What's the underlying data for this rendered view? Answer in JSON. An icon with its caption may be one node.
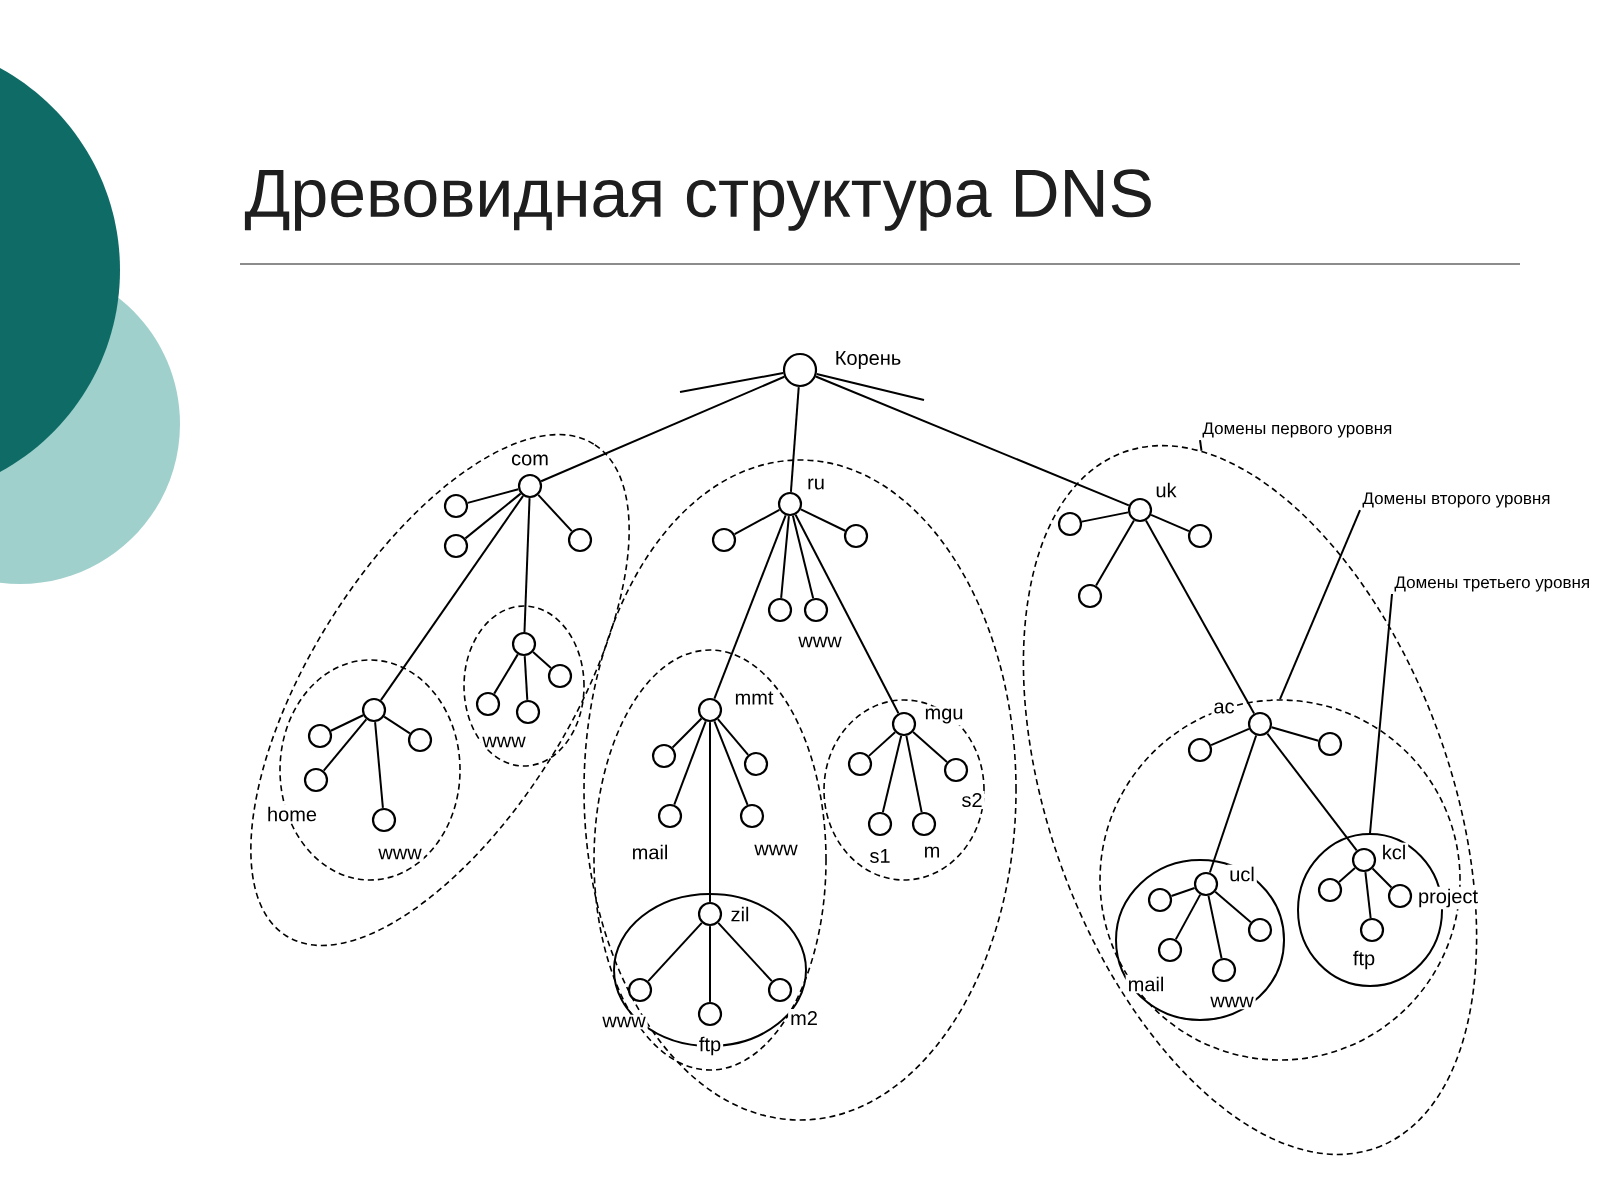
{
  "diagram": {
    "title": "Древовидная структура DNS",
    "nodes": [
      {
        "text": [],
        "shape": "circle",
        "beside": [
          "Корень"
        ]
      },
      {
        "text": [
          "Домены первого уровня"
        ]
      },
      {
        "text": [
          "Домены второго уровня"
        ]
      },
      {
        "text": [
          "Домены третьего уровня"
        ]
      },
      {
        "text": [],
        "shape": "ellipse"
      },
      {
        "text": [],
        "shape": "circle",
        "beside": [
          "com"
        ],
        "in": 4
      },
      {
        "text": [],
        "shape": "circle",
        "in": 4
      },
      {
        "text": [],
        "shape": "circle",
        "in": 4
      },
      {
        "text": [],
        "shape": "circle",
        "in": 4
      },
      {
        "text": [],
        "shape": "ellipse",
        "in": 4
      },
      {
        "text": [],
        "shape": "circle",
        "in": 9
      },
      {
        "text": [],
        "shape": "circle",
        "in": 9
      },
      {
        "text": [],
        "shape": "circle",
        "beside": [
          "home"
        ],
        "in": 9
      },
      {
        "text": [],
        "shape": "circle",
        "beside": [
          "www"
        ],
        "in": 9
      },
      {
        "text": [],
        "shape": "circle",
        "in": 9
      },
      {
        "text": [],
        "shape": "ellipse",
        "in": 4
      },
      {
        "text": [],
        "shape": "circle",
        "in": 15
      },
      {
        "text": [],
        "shape": "circle",
        "beside": [
          "www"
        ],
        "in": 15
      },
      {
        "text": [],
        "shape": "circle",
        "in": 15
      },
      {
        "text": [],
        "shape": "circle",
        "in": 15
      },
      {
        "text": [],
        "shape": "ellipse"
      },
      {
        "text": [],
        "shape": "circle",
        "beside": [
          "ru"
        ],
        "in": 20
      },
      {
        "text": [],
        "shape": "circle",
        "in": 20
      },
      {
        "text": [],
        "shape": "circle",
        "in": 20
      },
      {
        "text": [],
        "shape": "circle",
        "beside": [
          "www"
        ],
        "in": 20
      },
      {
        "text": [],
        "shape": "circle",
        "in": 20
      },
      {
        "text": [],
        "shape": "ellipse",
        "in": 20
      },
      {
        "text": [],
        "shape": "circle",
        "beside": [
          "mmt"
        ],
        "in": 26
      },
      {
        "text": [],
        "shape": "circle",
        "in": 26
      },
      {
        "text": [],
        "shape": "circle",
        "beside": [
          "mail"
        ],
        "in": 26
      },
      {
        "text": [],
        "shape": "circle",
        "in": 26
      },
      {
        "text": [],
        "shape": "circle",
        "beside": [
          "www"
        ],
        "in": 26
      },
      {
        "text": [],
        "shape": "ellipse",
        "in": 26
      },
      {
        "text": [],
        "shape": "circle",
        "beside": [
          "zil"
        ],
        "in": 32
      },
      {
        "text": [],
        "shape": "circle",
        "beside": [
          "www"
        ],
        "in": 32
      },
      {
        "text": [],
        "shape": "circle",
        "beside": [
          "ftp"
        ],
        "in": 32
      },
      {
        "text": [],
        "shape": "circle",
        "beside": [
          "m2"
        ],
        "in": 32
      },
      {
        "text": [],
        "shape": "ellipse",
        "in": 20
      },
      {
        "text": [],
        "shape": "circle",
        "beside": [
          "mgu"
        ],
        "in": 37
      },
      {
        "text": [],
        "shape": "circle",
        "in": 37
      },
      {
        "text": [],
        "shape": "circle",
        "beside": [
          "s1"
        ],
        "in": 37
      },
      {
        "text": [],
        "shape": "circle",
        "beside": [
          "m"
        ],
        "in": 37
      },
      {
        "text": [],
        "shape": "circle",
        "beside": [
          "s2"
        ],
        "in": 37
      },
      {
        "text": [],
        "shape": "ellipse"
      },
      {
        "text": [],
        "shape": "circle",
        "beside": [
          "uk"
        ],
        "in": 43
      },
      {
        "text": [],
        "shape": "circle",
        "in": 43
      },
      {
        "text": [],
        "shape": "circle",
        "in": 43
      },
      {
        "text": [],
        "shape": "circle",
        "in": 43
      },
      {
        "text": [],
        "shape": "ellipse",
        "in": 43
      },
      {
        "text": [],
        "shape": "circle",
        "beside": [
          "ac"
        ],
        "in": 48
      },
      {
        "text": [],
        "shape": "circle",
        "in": 48
      },
      {
        "text": [],
        "shape": "circle",
        "in": 48
      },
      {
        "text": [],
        "shape": "ellipse",
        "in": 48
      },
      {
        "text": [],
        "shape": "circle",
        "beside": [
          "ucl"
        ],
        "in": 52
      },
      {
        "text": [],
        "shape": "circle",
        "in": 52
      },
      {
        "text": [],
        "shape": "circle",
        "beside": [
          "mail"
        ],
        "in": 52
      },
      {
        "text": [],
        "shape": "circle",
        "beside": [
          "www"
        ],
        "in": 52
      },
      {
        "text": [],
        "shape": "circle",
        "in": 52
      },
      {
        "text": [],
        "shape": "ellipse",
        "in": 48
      },
      {
        "text": [],
        "shape": "circle",
        "beside": [
          "kcl"
        ],
        "in": 58
      },
      {
        "text": [],
        "shape": "circle",
        "in": 58
      },
      {
        "text": [],
        "shape": "circle",
        "beside": [
          "project"
        ],
        "in": 58
      },
      {
        "text": [],
        "shape": "circle",
        "beside": [
          "ftp"
        ],
        "in": 58
      }
    ],
    "edges": [
      {
        "from": 0,
        "to": 5,
        "arrow": "none"
      },
      {
        "from": 0,
        "to": 21,
        "arrow": "none"
      },
      {
        "from": 0,
        "to": 44,
        "arrow": "none"
      },
      {
        "from": 0,
        "to": null,
        "arrow": "none"
      },
      {
        "from": 0,
        "to": null,
        "arrow": "none"
      },
      {
        "from": 5,
        "to": 6,
        "arrow": "none"
      },
      {
        "from": 5,
        "to": 7,
        "arrow": "none"
      },
      {
        "from": 5,
        "to": 8,
        "arrow": "none"
      },
      {
        "from": 5,
        "to": 10,
        "arrow": "none"
      },
      {
        "from": 5,
        "to": 16,
        "arrow": "none"
      },
      {
        "from": 10,
        "to": 11,
        "arrow": "none"
      },
      {
        "from": 10,
        "to": 12,
        "arrow": "none"
      },
      {
        "from": 10,
        "to": 13,
        "arrow": "none"
      },
      {
        "from": 10,
        "to": 14,
        "arrow": "none"
      },
      {
        "from": 16,
        "to": 17,
        "arrow": "none"
      },
      {
        "from": 16,
        "to": 18,
        "arrow": "none"
      },
      {
        "from": 16,
        "to": 19,
        "arrow": "none"
      },
      {
        "from": 21,
        "to": 22,
        "arrow": "none"
      },
      {
        "from": 21,
        "to": 23,
        "arrow": "none"
      },
      {
        "from": 21,
        "to": 24,
        "arrow": "none"
      },
      {
        "from": 21,
        "to": 25,
        "arrow": "none"
      },
      {
        "from": 21,
        "to": 27,
        "arrow": "none"
      },
      {
        "from": 21,
        "to": 38,
        "arrow": "none"
      },
      {
        "from": 27,
        "to": 28,
        "arrow": "none"
      },
      {
        "from": 27,
        "to": 29,
        "arrow": "none"
      },
      {
        "from": 27,
        "to": 30,
        "arrow": "none"
      },
      {
        "from": 27,
        "to": 31,
        "arrow": "none"
      },
      {
        "from": 27,
        "to": 33,
        "arrow": "none"
      },
      {
        "from": 33,
        "to": 34,
        "arrow": "none"
      },
      {
        "from": 33,
        "to": 35,
        "arrow": "none"
      },
      {
        "from": 33,
        "to": 36,
        "arrow": "none"
      },
      {
        "from": 38,
        "to": 39,
        "arrow": "none"
      },
      {
        "from": 38,
        "to": 40,
        "arrow": "none"
      },
      {
        "from": 38,
        "to": 41,
        "arrow": "none"
      },
      {
        "from": 38,
        "to": 42,
        "arrow": "none"
      },
      {
        "from": 44,
        "to": 45,
        "arrow": "none"
      },
      {
        "from": 44,
        "to": 46,
        "arrow": "none"
      },
      {
        "from": 44,
        "to": 47,
        "arrow": "none"
      },
      {
        "from": 44,
        "to": 49,
        "arrow": "none"
      },
      {
        "from": 49,
        "to": 50,
        "arrow": "none"
      },
      {
        "from": 49,
        "to": 51,
        "arrow": "none"
      },
      {
        "from": 49,
        "to": 53,
        "arrow": "none"
      },
      {
        "from": 49,
        "to": 59,
        "arrow": "none"
      },
      {
        "from": 53,
        "to": 54,
        "arrow": "none"
      },
      {
        "from": 53,
        "to": 55,
        "arrow": "none"
      },
      {
        "from": 53,
        "to": 56,
        "arrow": "none"
      },
      {
        "from": 53,
        "to": 57,
        "arrow": "none"
      },
      {
        "from": 59,
        "to": 60,
        "arrow": "none"
      },
      {
        "from": 59,
        "to": 61,
        "arrow": "none"
      },
      {
        "from": 59,
        "to": 62,
        "arrow": "none"
      },
      {
        "from": 1,
        "to": 43,
        "arrow": "none"
      },
      {
        "from": 2,
        "to": 48,
        "arrow": "none"
      },
      {
        "from": 3,
        "to": 58,
        "arrow": "none"
      }
    ]
  }
}
